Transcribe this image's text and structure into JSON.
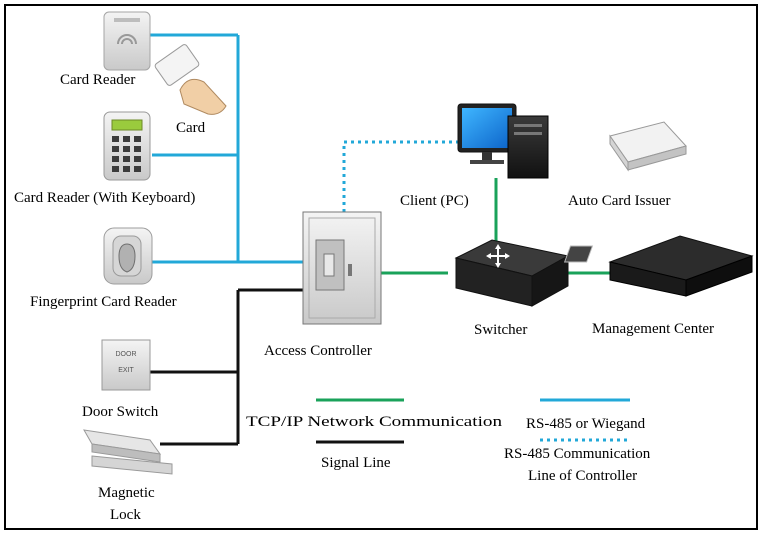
{
  "devices": {
    "card_reader": "Card Reader",
    "card": "Card",
    "card_reader_keyboard": "Card Reader (With Keyboard)",
    "fingerprint_reader": "Fingerprint Card Reader",
    "door_switch": "Door Switch",
    "magnetic_lock_line1": "Magnetic",
    "magnetic_lock_line2": "Lock",
    "access_controller": "Access Controller",
    "client_pc": "Client (PC)",
    "auto_card_issuer": "Auto Card Issuer",
    "switcher": "Switcher",
    "management_center": "Management Center"
  },
  "device_text": {
    "door_plate_top": "DOOR",
    "door_plate_bottom": "EXIT"
  },
  "legend": {
    "tcpip": "TCP/IP Network Communication",
    "signal": "Signal Line",
    "rs485_wiegand": "RS-485 or Wiegand",
    "rs485_controller_line1": "RS-485 Communication",
    "rs485_controller_line2": "Line of Controller"
  },
  "colors": {
    "tcpip": "#1aa25a",
    "signal": "#111111",
    "rs485": "#22a8d8",
    "rs485_dotted": "#22a8d8",
    "frame": "#000000"
  }
}
